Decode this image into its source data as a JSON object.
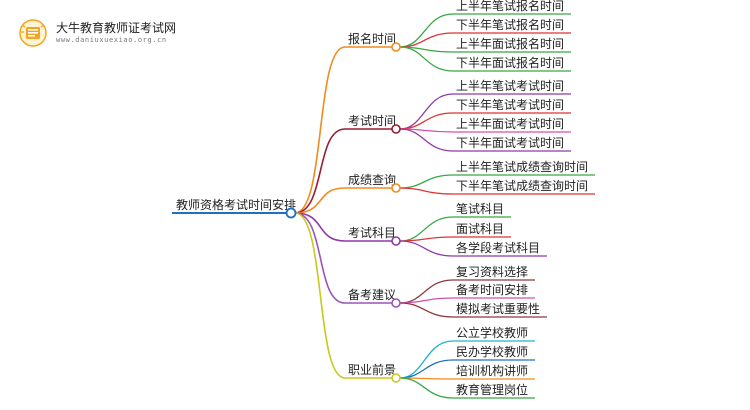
{
  "brand": {
    "name": "大牛教育教师证考试网",
    "url": "www.daniuxuexiao.org.cn"
  },
  "colors": {
    "root_line": "#1f6fc4",
    "dot_fill": "#ffffff"
  },
  "mindmap": {
    "root": "教师资格考试时间安排",
    "branches": [
      {
        "label": "报名时间",
        "color": "#f28a1e",
        "children": [
          {
            "label": "上半年笔试报名时间",
            "color": "#38a845"
          },
          {
            "label": "下半年笔试报名时间",
            "color": "#e03232"
          },
          {
            "label": "上半年面试报名时间",
            "color": "#38a845"
          },
          {
            "label": "下半年面试报名时间",
            "color": "#38a845"
          }
        ]
      },
      {
        "label": "考试时间",
        "color": "#9b1b30",
        "children": [
          {
            "label": "上半年笔试考试时间",
            "color": "#8e3aa6"
          },
          {
            "label": "下半年笔试考试时间",
            "color": "#e03232"
          },
          {
            "label": "上半年面试考试时间",
            "color": "#d64fa8"
          },
          {
            "label": "下半年面试考试时间",
            "color": "#8e3aa6"
          }
        ]
      },
      {
        "label": "成绩查询",
        "color": "#f28a1e",
        "children": [
          {
            "label": "上半年笔试成绩查询时间",
            "color": "#38a845"
          },
          {
            "label": "下半年笔试成绩查询时间",
            "color": "#e03232"
          }
        ]
      },
      {
        "label": "考试科目",
        "color": "#8e3aa6",
        "children": [
          {
            "label": "笔试科目",
            "color": "#38a845"
          },
          {
            "label": "面试科目",
            "color": "#e03232"
          },
          {
            "label": "各学段考试科目",
            "color": "#8e3aa6"
          }
        ]
      },
      {
        "label": "备考建议",
        "color": "#9a55b8",
        "children": [
          {
            "label": "复习资料选择",
            "color": "#8b3a3a"
          },
          {
            "label": "备考时间安排",
            "color": "#d64fa8"
          },
          {
            "label": "模拟考试重要性",
            "color": "#8b3a3a"
          }
        ]
      },
      {
        "label": "职业前景",
        "color": "#c8c81e",
        "children": [
          {
            "label": "公立学校教师",
            "color": "#22b5c8"
          },
          {
            "label": "民办学校教师",
            "color": "#1f6fc4"
          },
          {
            "label": "培训机构讲师",
            "color": "#f28a1e"
          },
          {
            "label": "教育管理岗位",
            "color": "#38a845"
          }
        ]
      }
    ]
  }
}
